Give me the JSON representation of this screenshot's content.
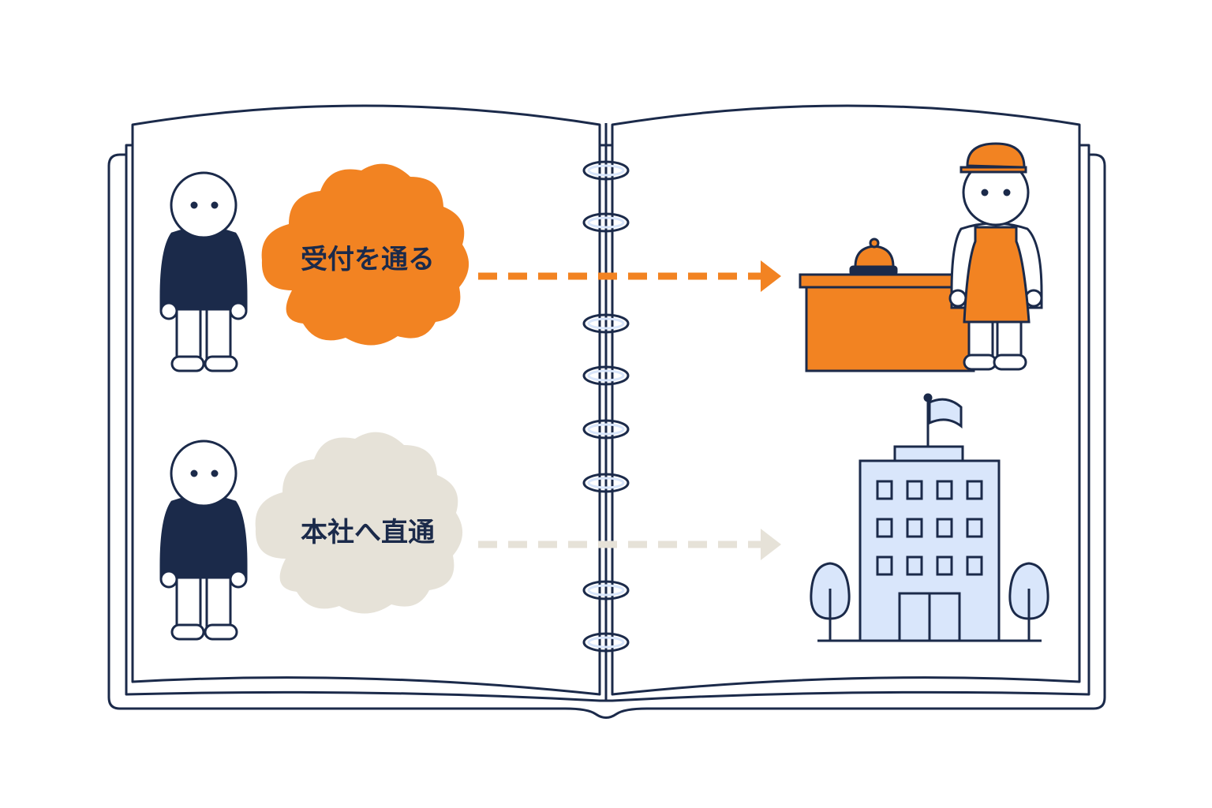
{
  "colors": {
    "ink": "#1b2a4a",
    "accent": "#f28322",
    "muted": "#e6e2d8",
    "building": "#d9e6fb",
    "page": "#ffffff"
  },
  "routes": [
    {
      "label": "受付を通る",
      "cloud_color": "#f28322",
      "arrow_color": "#f28322",
      "destination": "reception-desk"
    },
    {
      "label": "本社へ直通",
      "cloud_color": "#e6e2d8",
      "arrow_color": "#e6e2d8",
      "destination": "headquarters-building"
    }
  ]
}
